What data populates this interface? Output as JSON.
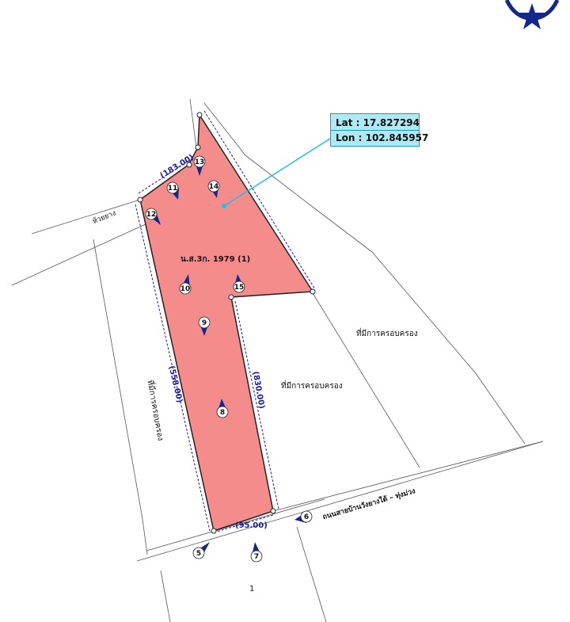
{
  "parcel": {
    "label": "น.ส.3ก. 1979 (1)",
    "fill_color": "#f58c8c",
    "outline_color": "#222222"
  },
  "location": {
    "lat_label": "Lat : ",
    "lat_value": "17.827294",
    "lon_label": "Lon : ",
    "lon_value": "102.845957",
    "box_color": "#aeeaf5",
    "leader_color": "#20c0e0"
  },
  "dimensions": {
    "north": "(183.00)",
    "west": "(558.00)",
    "east": "(830.00)",
    "south": "(95.00)",
    "color": "#1a1ab0"
  },
  "labels": {
    "stream": "ห้วยยาง",
    "occupied_right_1": "ที่มีการครอบครอง",
    "occupied_right_2": "ที่มีการครอบครอง",
    "occupied_left": "ที่มีการครอบครอง",
    "road": "ถนนสายบ้านวังยางใต้ – ทุ่งม่วง",
    "parcel_number": "1"
  },
  "markers": [
    "5",
    "6",
    "7",
    "8",
    "9",
    "10",
    "11",
    "12",
    "13",
    "14",
    "15"
  ],
  "logo": {
    "color": "#14288c",
    "icon": "star-emblem"
  }
}
